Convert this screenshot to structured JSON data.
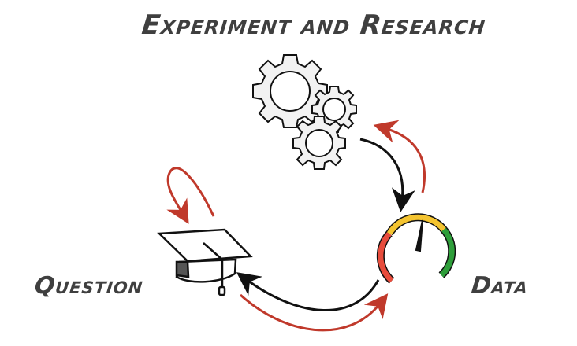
{
  "diagram": {
    "title": "Experiment and Research",
    "nodes": [
      {
        "id": "question",
        "label": "Question",
        "icon": "graduation-cap-icon"
      },
      {
        "id": "experiment",
        "label": "Experiment and Research",
        "icon": "gears-icon"
      },
      {
        "id": "data",
        "label": "Data",
        "icon": "gauge-icon"
      }
    ],
    "edges": [
      {
        "from": "experiment",
        "to": "data",
        "color": "#111111"
      },
      {
        "from": "data",
        "to": "experiment",
        "color": "#c0392b"
      },
      {
        "from": "data",
        "to": "question",
        "color": "#111111"
      },
      {
        "from": "question",
        "to": "data",
        "color": "#c0392b"
      },
      {
        "from": "question",
        "to": "question",
        "color": "#c0392b"
      }
    ],
    "colors": {
      "text": "#3f3f3f",
      "arrow_black": "#111111",
      "arrow_red": "#c0392b",
      "gauge_red": "#e74c3c",
      "gauge_yellow": "#f4c430",
      "gauge_green": "#2e9e3a"
    }
  }
}
